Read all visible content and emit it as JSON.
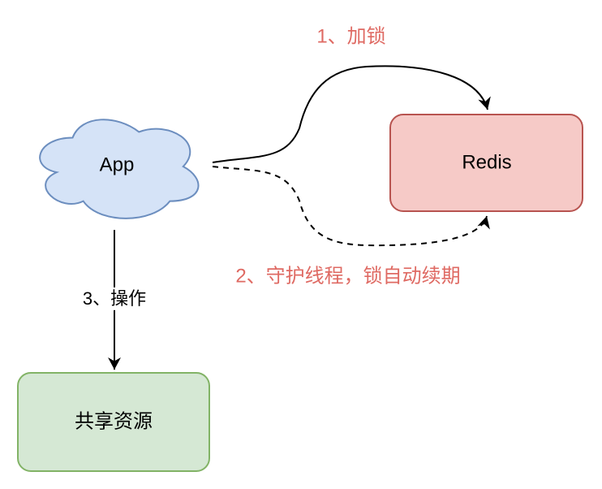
{
  "diagram": {
    "background": "#ffffff",
    "arrow_color": "#000000",
    "annotation_color": "#df6a63"
  },
  "nodes": {
    "app": {
      "label": "App",
      "shape": "cloud",
      "fill": "#d5e3f7",
      "stroke": "#6c8ebf"
    },
    "redis": {
      "label": "Redis",
      "shape": "rounded-rectangle",
      "fill": "#f6cac7",
      "stroke": "#b85450"
    },
    "shared": {
      "label": "共享资源",
      "shape": "rounded-rectangle",
      "fill": "#d5e8d4",
      "stroke": "#82b366"
    }
  },
  "edges": {
    "lock": {
      "label": "1、加锁",
      "from": "App",
      "to": "Redis",
      "style": "solid-curve",
      "label_color": "#df6a63"
    },
    "watchdog": {
      "label": "2、守护线程，锁自动续期",
      "from": "App",
      "to": "Redis",
      "style": "dashed-curve",
      "label_color": "#df6a63"
    },
    "operate": {
      "label": "3、操作",
      "from": "App",
      "to": "共享资源",
      "style": "solid-straight",
      "label_color": "#000000"
    }
  }
}
